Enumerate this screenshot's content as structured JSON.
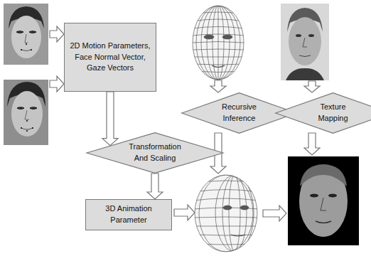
{
  "diagram": {
    "nodes": [
      {
        "text": [
          "2D Motion Parameters, Face Normal Vector, Gaze Vectors"
        ]
      },
      {
        "text": [
          "Recursive Inference"
        ]
      },
      {
        "text": [
          "Texture Mapping"
        ]
      },
      {
        "text": [
          "Transformation And Scaling"
        ]
      },
      {
        "text": [
          "3D Animation Parameter"
        ]
      }
    ],
    "edges": [
      {
        "from": 0,
        "to": 3,
        "arrow": "to"
      },
      {
        "from": 3,
        "to": 4,
        "arrow": "to"
      }
    ]
  }
}
